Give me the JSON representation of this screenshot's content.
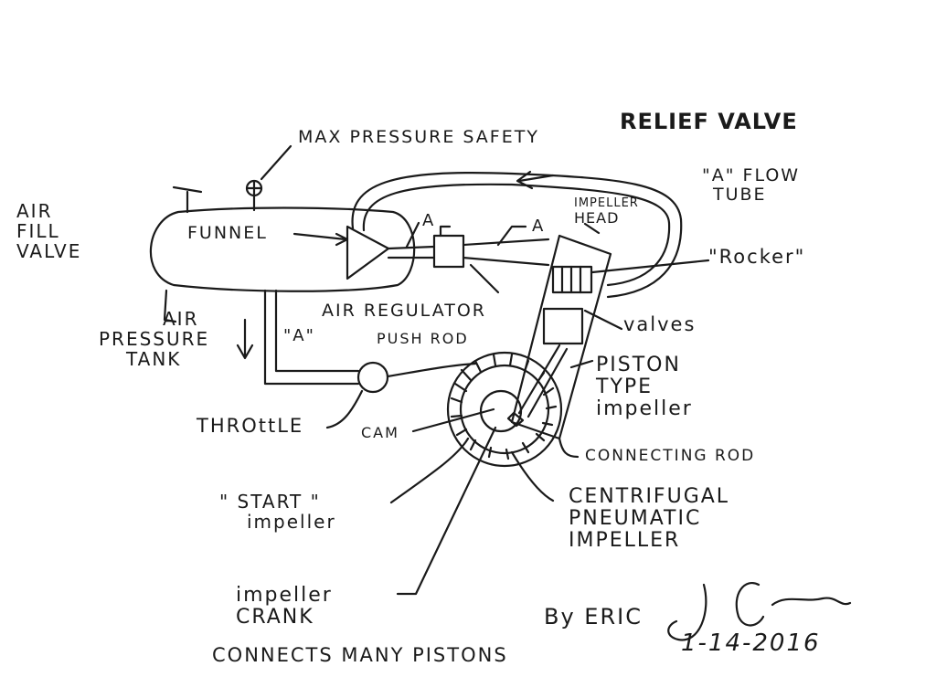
{
  "colors": {
    "ink": "#1a1a1a",
    "paper": "#ffffff"
  },
  "labels": {
    "max_pressure_safety": "MAX PRESSURE SAFETY",
    "relief_valve": "RELIEF VALVE",
    "air_fill_valve": [
      "AIR",
      "FILL",
      "VALVE"
    ],
    "funnel": "FUNNEL",
    "a_left": "A",
    "a_right": "A",
    "impeller_head": [
      "IMPELLER",
      "HEAD"
    ],
    "a_flow_tube": [
      "\"A\" FLOW",
      "TUBE"
    ],
    "rocker": "\"Rocker\"",
    "air_pressure_tank": [
      "AIR",
      "PRESSURE",
      "TANK"
    ],
    "a_down": "\"A\"",
    "air_regulator": "AIR REGULATOR",
    "push_rod": "PUSH ROD",
    "valves": "valves",
    "piston_type_impeller": [
      "PISTON",
      "TYPE",
      "impeller"
    ],
    "throttle": "THROttLE",
    "cam": "CAM",
    "connecting_rod": "CONNECTING ROD",
    "start_impeller": [
      "\" START \"",
      "impeller"
    ],
    "centrifugal_pneumatic_impeller": [
      "CENTRIFUGAL",
      "PNEUMATIC",
      "IMPELLER"
    ],
    "impeller_crank": [
      "impeller",
      "CRANK"
    ],
    "connects_many_pistons": "CONNECTS MANY PISTONS",
    "by_eric": "By ERIC",
    "date": "1-14-2016"
  }
}
